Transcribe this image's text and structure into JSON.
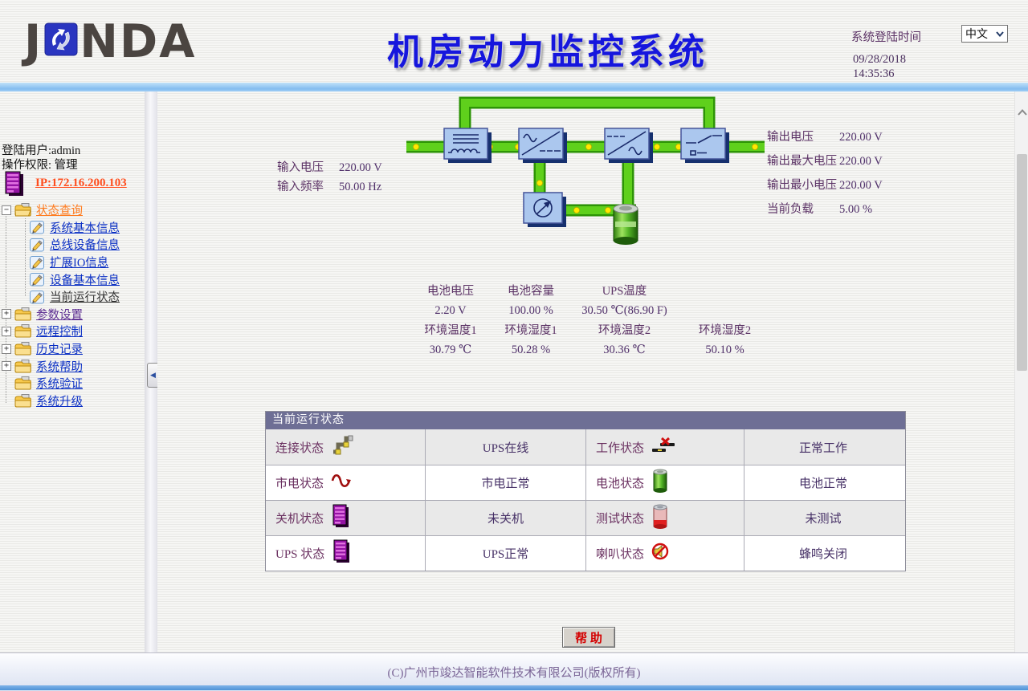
{
  "header": {
    "logo_prefix": "J",
    "logo_suffix": "NDA",
    "title": "机房动力监控系统",
    "login_time_label": "系统登陆时间",
    "language": "中文",
    "login_date": "09/28/2018",
    "login_clock": "14:35:36"
  },
  "sidebar": {
    "user": "登陆用户:admin",
    "permission": "操作权限: 管理",
    "ip": "IP:172.16.200.103",
    "root": "状态查询",
    "status_items": [
      "系统基本信息",
      "总线设备信息",
      "扩展IO信息",
      "设备基本信息",
      "当前运行状态"
    ],
    "groups": [
      "参数设置",
      "远程控制",
      "历史记录",
      "系统帮助",
      "系统验证",
      "系统升级"
    ]
  },
  "metrics": {
    "input": [
      {
        "label": "输入电压",
        "value": "220.00 V"
      },
      {
        "label": "输入频率",
        "value": "50.00 Hz"
      }
    ],
    "output": [
      {
        "label": "输出电压",
        "value": "220.00 V"
      },
      {
        "label": "输出最大电压",
        "value": "220.00 V"
      },
      {
        "label": "输出最小电压",
        "value": "220.00 V"
      },
      {
        "label": "当前负载",
        "value": "5.00 %"
      }
    ],
    "battery": [
      {
        "label": "电池电压",
        "value": "2.20  V"
      },
      {
        "label": "电池容量",
        "value": "100.00  %"
      },
      {
        "label": "UPS温度",
        "value": "30.50  ℃(86.90 F)"
      }
    ],
    "environment": [
      {
        "label": "环境温度1",
        "value": "30.79 ℃"
      },
      {
        "label": "环境湿度1",
        "value": "50.28 %"
      },
      {
        "label": "环境温度2",
        "value": "30.36 ℃"
      },
      {
        "label": "环境湿度2",
        "value": "50.10 %"
      }
    ]
  },
  "status_table": {
    "title": "当前运行状态",
    "rows": [
      {
        "label1": "连接状态",
        "icon1": "connector-icon",
        "value1": "UPS在线",
        "label2": "工作状态",
        "icon2": "work-mode-icon",
        "value2": "正常工作"
      },
      {
        "label1": "市电状态",
        "icon1": "mains-wave-icon",
        "value1": "市电正常",
        "label2": "电池状态",
        "icon2": "battery-green-icon",
        "value2": "电池正常"
      },
      {
        "label1": "关机状态",
        "icon1": "server-purple-icon",
        "value1": "未关机",
        "label2": "测试状态",
        "icon2": "battery-red-icon",
        "value2": "未测试"
      },
      {
        "label1": "UPS 状态",
        "icon1": "server-purple-icon",
        "value1": "UPS正常",
        "label2": "喇叭状态",
        "icon2": "speaker-muted-icon",
        "value2": "蜂鸣关闭"
      }
    ]
  },
  "help_button": "帮 助",
  "footer": "(C)广州市竣达智能软件技术有限公司(版权所有)",
  "icons": {
    "minus": "−",
    "plus": "+",
    "collapse_left": "◀"
  },
  "colors": {
    "title_blue": "#1616dd",
    "link_orange": "#ff7b1e",
    "ip_link": "#ff4e1e",
    "link_blue": "#0a2fc4",
    "text_purple": "#5c3366",
    "pipe_green": "#5fd01c",
    "table_header": "#6e6f95",
    "footer_bar": "#5b9bd5",
    "help_red": "#d40000"
  }
}
